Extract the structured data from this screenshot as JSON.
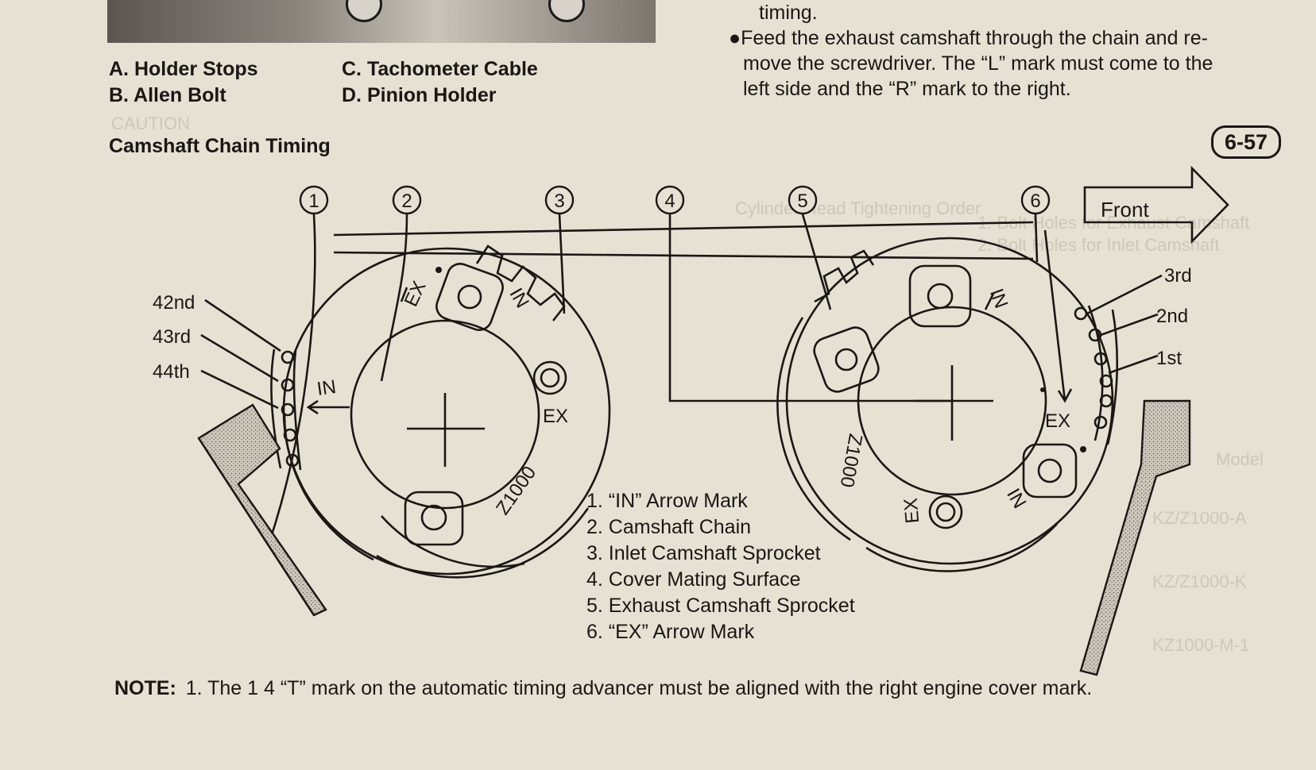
{
  "photo_caption": {
    "a": "A. Holder Stops",
    "b": "B. Allen Bolt",
    "c": "C. Tachometer Cable",
    "d": "D. Pinion Holder"
  },
  "section_heading": "Camshaft Chain Timing",
  "right_column": {
    "line1": "timing.",
    "line2": "●Feed the exhaust camshaft through the chain and re-",
    "line3": "move the screwdriver. The “L” mark must come to the",
    "line4": "left side and the “R” mark to the right."
  },
  "figure_number": "6-57",
  "front_arrow_label": "Front",
  "callout_numbers": [
    "1",
    "2",
    "3",
    "4",
    "5",
    "6"
  ],
  "inlet_pin_labels": [
    "42nd",
    "43rd",
    "44th"
  ],
  "exhaust_pin_labels": [
    "3rd",
    "2nd",
    "1st"
  ],
  "sprocket_marks": {
    "inlet_in": "IN",
    "inlet_ex": "EX",
    "inlet_ex_rotated": "EX",
    "inlet_in_rotated": "IN",
    "inlet_model": "Z1000",
    "exhaust_ex": "EX",
    "exhaust_ex_rotated": "EX",
    "exhaust_in_rotated": "IN",
    "exhaust_in_rotated2": "IN",
    "exhaust_model": "Z1000"
  },
  "parts_list": [
    "1.  “IN” Arrow Mark",
    "2.  Camshaft Chain",
    "3.  Inlet Camshaft Sprocket",
    "4.  Cover Mating Surface",
    "5.  Exhaust Camshaft Sprocket",
    "6.  “EX” Arrow Mark"
  ],
  "note": {
    "label": "NOTE:",
    "text": "1. The 1 4 “T” mark on the automatic timing advancer must be aligned with the right engine cover mark."
  },
  "bleed_through": {
    "caution": "CAUTION",
    "ghost1": "Cylinder Head Tightening Order",
    "ghost2": "1. Bolt Holes for Exhaust Camshaft",
    "ghost3": "2. Bolt Holes for Inlet Camshaft",
    "ghost4": "Model",
    "ghost5": "KZ/Z1000-A",
    "ghost6": "KZ/Z1000-K",
    "ghost7": "KZ1000-M-1"
  },
  "colors": {
    "paper": "#e7e1d4",
    "ink": "#1a1714",
    "shade": "#8d877e"
  }
}
